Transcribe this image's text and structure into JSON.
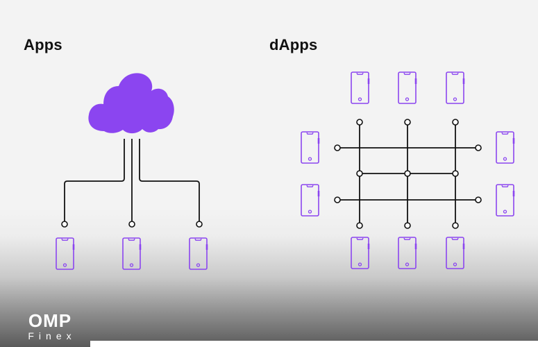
{
  "sections": {
    "apps": {
      "title": "Apps"
    },
    "dapps": {
      "title": "dApps"
    }
  },
  "brand": {
    "name": "OMP",
    "sub": "Finex"
  },
  "colors": {
    "accent": "#8b45f0",
    "line": "#111111",
    "text": "#111111",
    "background": "#f3f3f3"
  },
  "icons": [
    "cloud-icon",
    "phone-icon"
  ]
}
